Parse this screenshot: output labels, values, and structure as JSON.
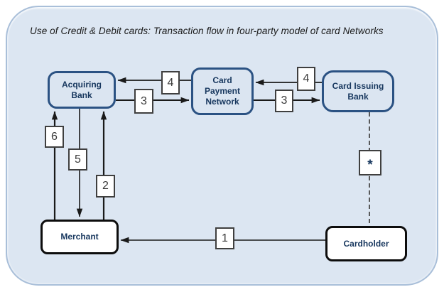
{
  "title": "Use of Credit & Debit cards: Transaction flow in four-party model of card Networks",
  "nodes": {
    "acquiring_bank": {
      "label": "Acquiring\nBank"
    },
    "card_payment_network": {
      "label": "Card\nPayment\nNetwork"
    },
    "card_issuing_bank": {
      "label": "Card Issuing\nBank"
    },
    "merchant": {
      "label": "Merchant"
    },
    "cardholder": {
      "label": "Cardholder"
    }
  },
  "steps": {
    "s1": "1",
    "s2": "2",
    "s3": "3",
    "s4": "4",
    "s5": "5",
    "s6": "6",
    "note_marker": "*"
  },
  "edges": [
    {
      "from": "cardholder",
      "to": "merchant",
      "step": "1",
      "style": "solid"
    },
    {
      "from": "merchant",
      "to": "acquiring_bank",
      "step": "2",
      "style": "solid"
    },
    {
      "from": "acquiring_bank",
      "to": "card_payment_network",
      "step": "3",
      "style": "solid"
    },
    {
      "from": "card_payment_network",
      "to": "card_issuing_bank",
      "step": "3",
      "style": "solid"
    },
    {
      "from": "card_issuing_bank",
      "to": "card_payment_network",
      "step": "4",
      "style": "solid"
    },
    {
      "from": "card_payment_network",
      "to": "acquiring_bank",
      "step": "4",
      "style": "solid"
    },
    {
      "from": "acquiring_bank",
      "to": "merchant",
      "step": "5",
      "style": "solid"
    },
    {
      "from": "merchant",
      "to": "acquiring_bank",
      "step": "6",
      "style": "solid"
    },
    {
      "from": "card_issuing_bank",
      "to": "cardholder",
      "step": "*",
      "style": "dashed"
    }
  ],
  "colors": {
    "canvas_fill": "#dce6f2",
    "canvas_border": "#a9bfd9",
    "node_fill": "#dbe5f1",
    "node_border": "#2b5283",
    "node_text": "#17375e",
    "arrow": "#1a1a1a",
    "dashed_line": "#404040"
  }
}
